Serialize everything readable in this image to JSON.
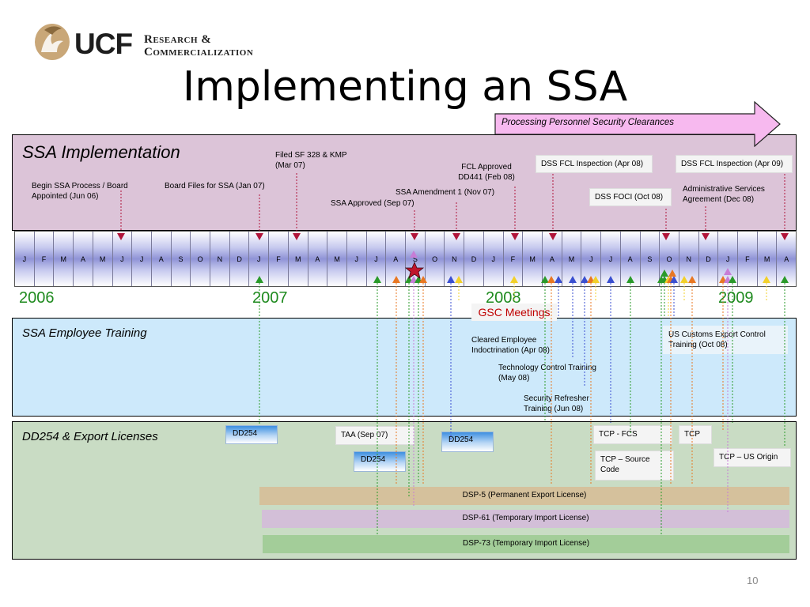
{
  "logo": {
    "brand": "UCF",
    "line1": "Research &",
    "line2": "Commercialization"
  },
  "title": "Implementing an SSA",
  "banner": "Processing Personnel Security Clearances",
  "sections": {
    "implementation": "SSA Implementation",
    "training": "SSA Employee Training",
    "licenses": "DD254 & Export Licenses"
  },
  "timeline_months": [
    "J",
    "F",
    "M",
    "A",
    "M",
    "J",
    "J",
    "A",
    "S",
    "O",
    "N",
    "D",
    "J",
    "F",
    "M",
    "A",
    "M",
    "J",
    "J",
    "A",
    "S",
    "O",
    "N",
    "D",
    "J",
    "F",
    "M",
    "A",
    "M",
    "J",
    "J",
    "A",
    "S",
    "O",
    "N",
    "D",
    "J",
    "F",
    "M",
    "A"
  ],
  "years": {
    "y2006": "2006",
    "y2007": "2007",
    "y2008": "2008",
    "y2009": "2009"
  },
  "milestones": {
    "begin": "Begin SSA Process / Board Appointed (Jun 06)",
    "board": "Board Files for SSA (Jan 07)",
    "filed": "Filed SF 328  & KMP (Mar 07)",
    "approved": "SSA Approved  (Sep 07)",
    "amend": "SSA Amendment 1  (Nov 07)",
    "fcl": "FCL Approved DD441 (Feb 08)",
    "dss_apr08": "DSS FCL Inspection (Apr 08)",
    "dss_foci": "DSS FOCI (Oct 08)",
    "dss_apr09": "DSS FCL Inspection (Apr 09)",
    "admin": "Administrative Services Agreement (Dec 08)"
  },
  "gsc": "GSC Meetings",
  "training_items": {
    "cleared": "Cleared Employee Indoctrination (Apr 08)",
    "tech": "Technology Control Training (May 08)",
    "refresher": "Security Refresher Training (Jun 08)",
    "customs": "US Customs Export Control Training (Oct 08)"
  },
  "license_items": {
    "dd254_a": "DD254",
    "dd254_b": "DD254",
    "dd254_c": "DD254",
    "taa": "TAA  (Sep 07)",
    "tcp_fcs": "TCP - FCS",
    "tcp": "TCP",
    "tcp_source": "TCP – Source Code",
    "tcp_origin": "TCP – US Origin",
    "dsp5": "DSP-5 (Permanent Export License)",
    "dsp61": "DSP-61 (Temporary Import License)",
    "dsp73": "DSP-73 (Temporary Import License)"
  },
  "page_number": "10",
  "colors": {
    "impl_bg": "#dcc4d8",
    "train_bg": "#cde9fb",
    "dd_bg": "#c9dcc4",
    "banner": "#f7b9ef",
    "milestone": "#b0153a",
    "year": "#1e8a1e",
    "gsc_text": "#c00000",
    "dsp5": "#d5c19c",
    "dsp61": "#d3bfd8",
    "dsp73": "#a3cd99"
  }
}
